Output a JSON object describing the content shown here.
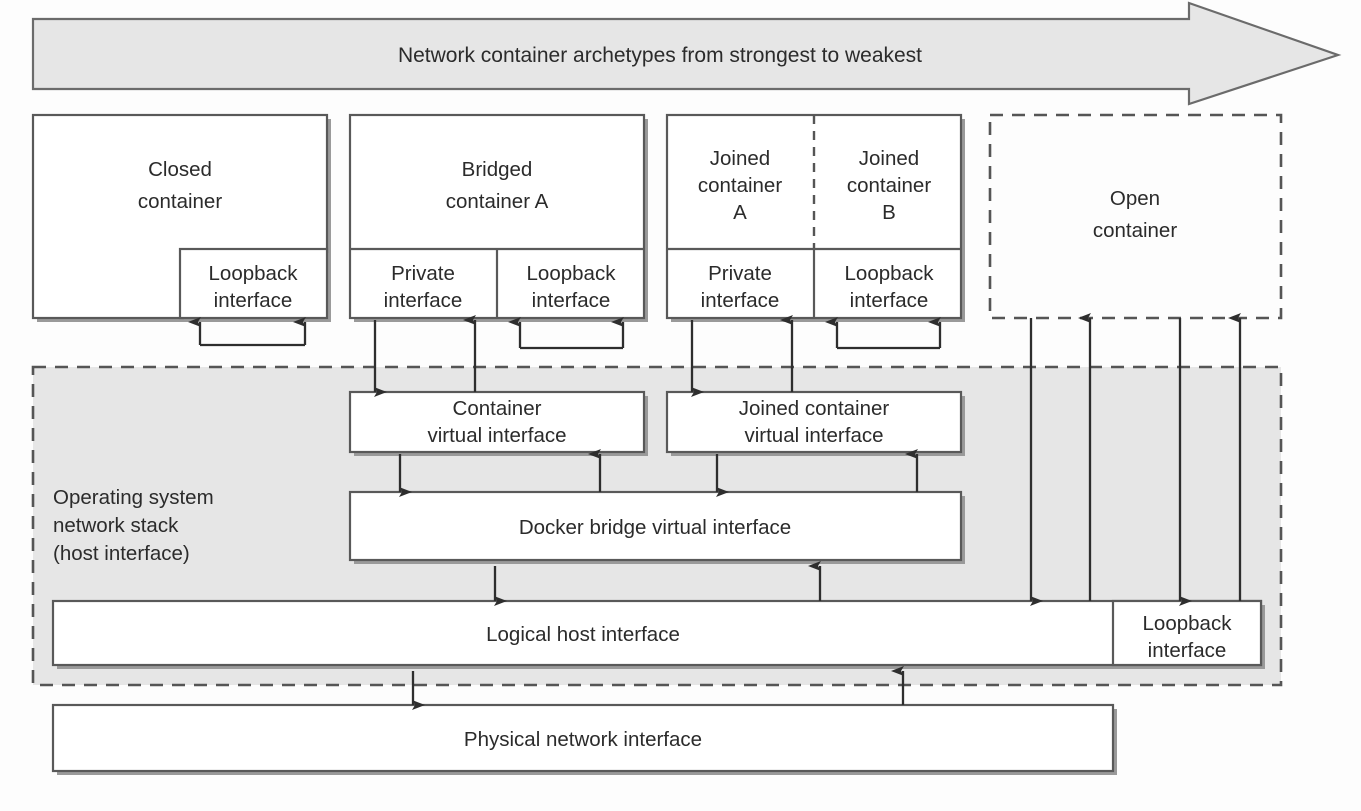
{
  "banner": {
    "text": "Network container archetypes from strongest to weakest",
    "direction": "right-arrow",
    "fill": "#e6e6e6",
    "border": "#6b6b6b"
  },
  "colors": {
    "box_fill": "#ffffff",
    "box_border": "#595959",
    "os_fill": "#e6e6e6",
    "dashed_border": "#555555",
    "connector": "#2e2e2e",
    "text": "#2b2b2b",
    "page_bg": "#fdfdfd"
  },
  "containers": [
    {
      "id": "closed",
      "title_lines": [
        "Closed",
        "container"
      ],
      "style": "solid",
      "interfaces": [
        {
          "id": "closed-loopback",
          "lines": [
            "Loopback",
            "interface"
          ]
        }
      ]
    },
    {
      "id": "bridged",
      "title_lines": [
        "Bridged",
        "container A"
      ],
      "style": "solid",
      "interfaces": [
        {
          "id": "bridged-private",
          "lines": [
            "Private",
            "interface"
          ]
        },
        {
          "id": "bridged-loopback",
          "lines": [
            "Loopback",
            "interface"
          ]
        }
      ]
    },
    {
      "id": "joined",
      "style": "solid",
      "split": "dashed-vertical",
      "halves": [
        {
          "id": "joined-a",
          "title_lines": [
            "Joined",
            "container",
            "A"
          ]
        },
        {
          "id": "joined-b",
          "title_lines": [
            "Joined",
            "container",
            "B"
          ]
        }
      ],
      "interfaces": [
        {
          "id": "joined-private",
          "lines": [
            "Private",
            "interface"
          ]
        },
        {
          "id": "joined-loopback",
          "lines": [
            "Loopback",
            "interface"
          ]
        }
      ]
    },
    {
      "id": "open",
      "title_lines": [
        "Open",
        "container"
      ],
      "style": "dashed",
      "interfaces": []
    }
  ],
  "os_stack": {
    "label_lines": [
      "Operating system",
      "network stack",
      "(host interface)"
    ],
    "style": "dashed",
    "boxes": [
      {
        "id": "container-virtual-interface",
        "lines": [
          "Container",
          "virtual interface"
        ]
      },
      {
        "id": "joined-container-virtual-interface",
        "lines": [
          "Joined container",
          "virtual interface"
        ]
      },
      {
        "id": "docker-bridge-virtual-interface",
        "lines": [
          "Docker bridge virtual interface"
        ]
      },
      {
        "id": "logical-host-interface",
        "lines": [
          "Logical host interface"
        ]
      },
      {
        "id": "host-loopback-interface",
        "lines": [
          "Loopback",
          "interface"
        ]
      }
    ]
  },
  "physical": {
    "id": "physical-network-interface",
    "lines": [
      "Physical network interface"
    ]
  }
}
